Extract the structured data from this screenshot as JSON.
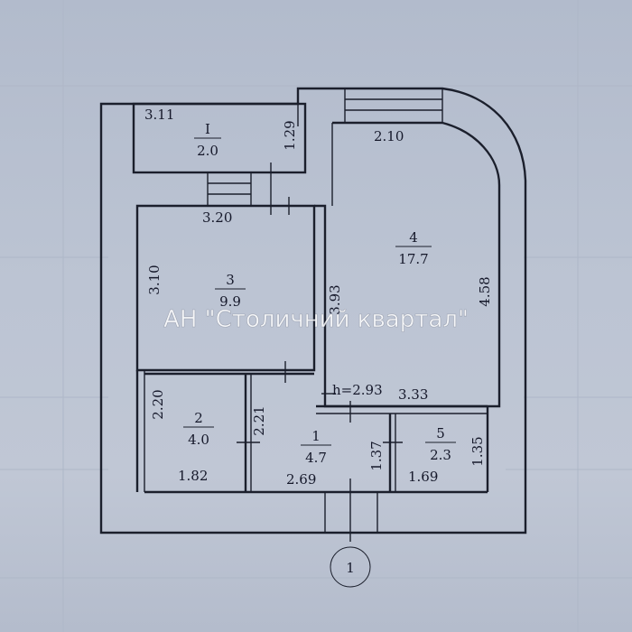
{
  "watermark": "АН \"Столичний квартал\"",
  "rooms": [
    {
      "id": "balcony-I",
      "number": "I",
      "area": "2.0"
    },
    {
      "id": "room-3",
      "number": "3",
      "area": "9.9"
    },
    {
      "id": "room-4",
      "number": "4",
      "area": "17.7"
    },
    {
      "id": "room-2",
      "number": "2",
      "area": "4.0"
    },
    {
      "id": "room-1",
      "number": "1",
      "area": "4.7"
    },
    {
      "id": "room-5",
      "number": "5",
      "area": "2.3"
    }
  ],
  "dimensions": {
    "d311": "3.11",
    "d129": "1.29",
    "d210": "2.10",
    "d320": "3.20",
    "d310": "3.10",
    "d393": "3.93",
    "d458": "4.58",
    "d220": "2.20",
    "d221": "2.21",
    "d182": "1.82",
    "d269": "2.69",
    "d137": "1.37",
    "d169": "1.69",
    "d135": "1.35",
    "d333": "3.33"
  },
  "ceiling_height": "h=2.93",
  "entrance_marker": "1",
  "colors": {
    "paper": "#b8c0cf",
    "ink": "#1b1f2c",
    "watermark": "#ffffff"
  }
}
